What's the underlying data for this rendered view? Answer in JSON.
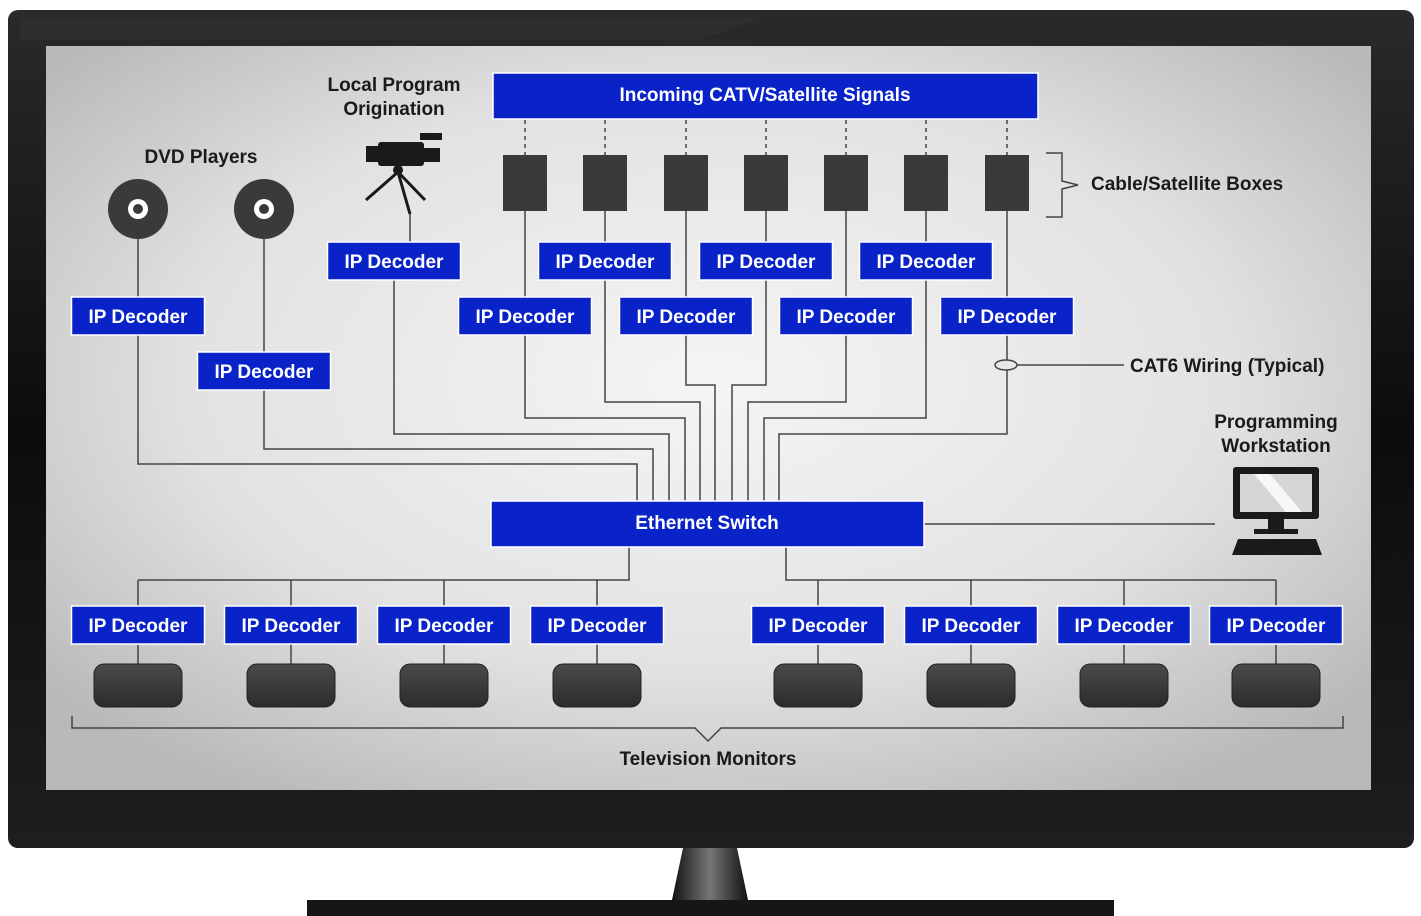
{
  "labels": {
    "incoming_signals": "Incoming CATV/Satellite Signals",
    "local_program": [
      "Local Program",
      "Origination"
    ],
    "dvd_players": "DVD Players",
    "cable_boxes": "Cable/Satellite Boxes",
    "cat6_wiring": "CAT6 Wiring (Typical)",
    "programming_workstation": [
      "Programming",
      "Workstation"
    ],
    "ethernet_switch": "Ethernet Switch",
    "television_monitors": "Television Monitors",
    "ip_decoder": "IP Decoder"
  },
  "colors": {
    "box_fill": "#0a23c8",
    "box_text": "#ffffff",
    "device_fill": "#3a3a3a",
    "line": "#444444",
    "screen_bg_center": "#f4f4f4",
    "screen_bg_edge": "#bdbdbd",
    "bezel": "#121212",
    "label_text": "#1a1a1a"
  },
  "counts": {
    "dvd_players": 2,
    "cable_satellite_boxes": 7,
    "source_ip_decoders": 10,
    "display_ip_decoders": 8,
    "television_monitors": 8
  }
}
